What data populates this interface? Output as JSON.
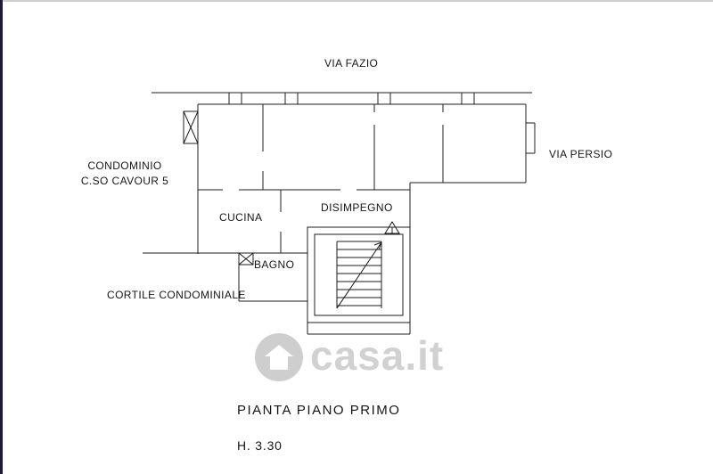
{
  "colors": {
    "line": "#1c1c1c",
    "text": "#161616",
    "watermark": "#c6c6c6",
    "left-bar": "#1c1c2e",
    "top-line": "#cfcfcf"
  },
  "streets": {
    "top": "VIA FAZIO",
    "right": "VIA PERSIO"
  },
  "building": {
    "name_line1": "CONDOMINIO",
    "name_line2": "C.SO CAVOUR 5"
  },
  "rooms": {
    "kitchen": "CUCINA",
    "hallway": "DISIMPEGNO",
    "bathroom": "BAGNO",
    "courtyard": "CORTILE CONDOMINIALE"
  },
  "footer": {
    "title": "PIANTA PIANO PRIMO",
    "height": "H. 3.30"
  },
  "watermark": {
    "text": "casa.it"
  }
}
